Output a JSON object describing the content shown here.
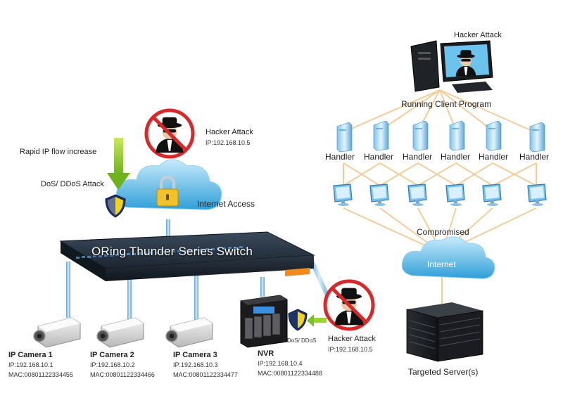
{
  "switch": {
    "title": "ORing Thunder Series Switch"
  },
  "left_attack": {
    "rapid_ip": "Rapid IP flow increase",
    "dos": "DoS/ DDoS Attack"
  },
  "hacker_top": {
    "title": "Hacker Attack",
    "ip": "IP:192.168.10.5"
  },
  "cloud_left": {
    "label": "Internet Access"
  },
  "hacker_right": {
    "title": "Hacker Attack",
    "ip": "IP:192.168.10.5"
  },
  "nvr_shield_label": "DoS/ DDoS",
  "cameras": [
    {
      "name": "IP Camera 1",
      "ip": "IP:192.168.10.1",
      "mac": "MAC:00801122334455"
    },
    {
      "name": "IP Camera 2",
      "ip": "IP:192.168.10.2",
      "mac": "MAC:00801122334466"
    },
    {
      "name": "IP Camera 3",
      "ip": "IP:192.168.10.3",
      "mac": "MAC:00801122334477"
    }
  ],
  "nvr": {
    "name": "NVR",
    "ip": "IP:192.168.10.4",
    "mac": "MAC:00801122334488"
  },
  "ddos": {
    "attacker_title": "Hacker Attack",
    "client_program": "Running Client Program",
    "handlers": [
      "Handler",
      "Handler",
      "Handler",
      "Handler",
      "Handler",
      "Handler"
    ],
    "compromised": "Compromised",
    "internet": "Internet",
    "target": "Targeted Server(s)"
  }
}
